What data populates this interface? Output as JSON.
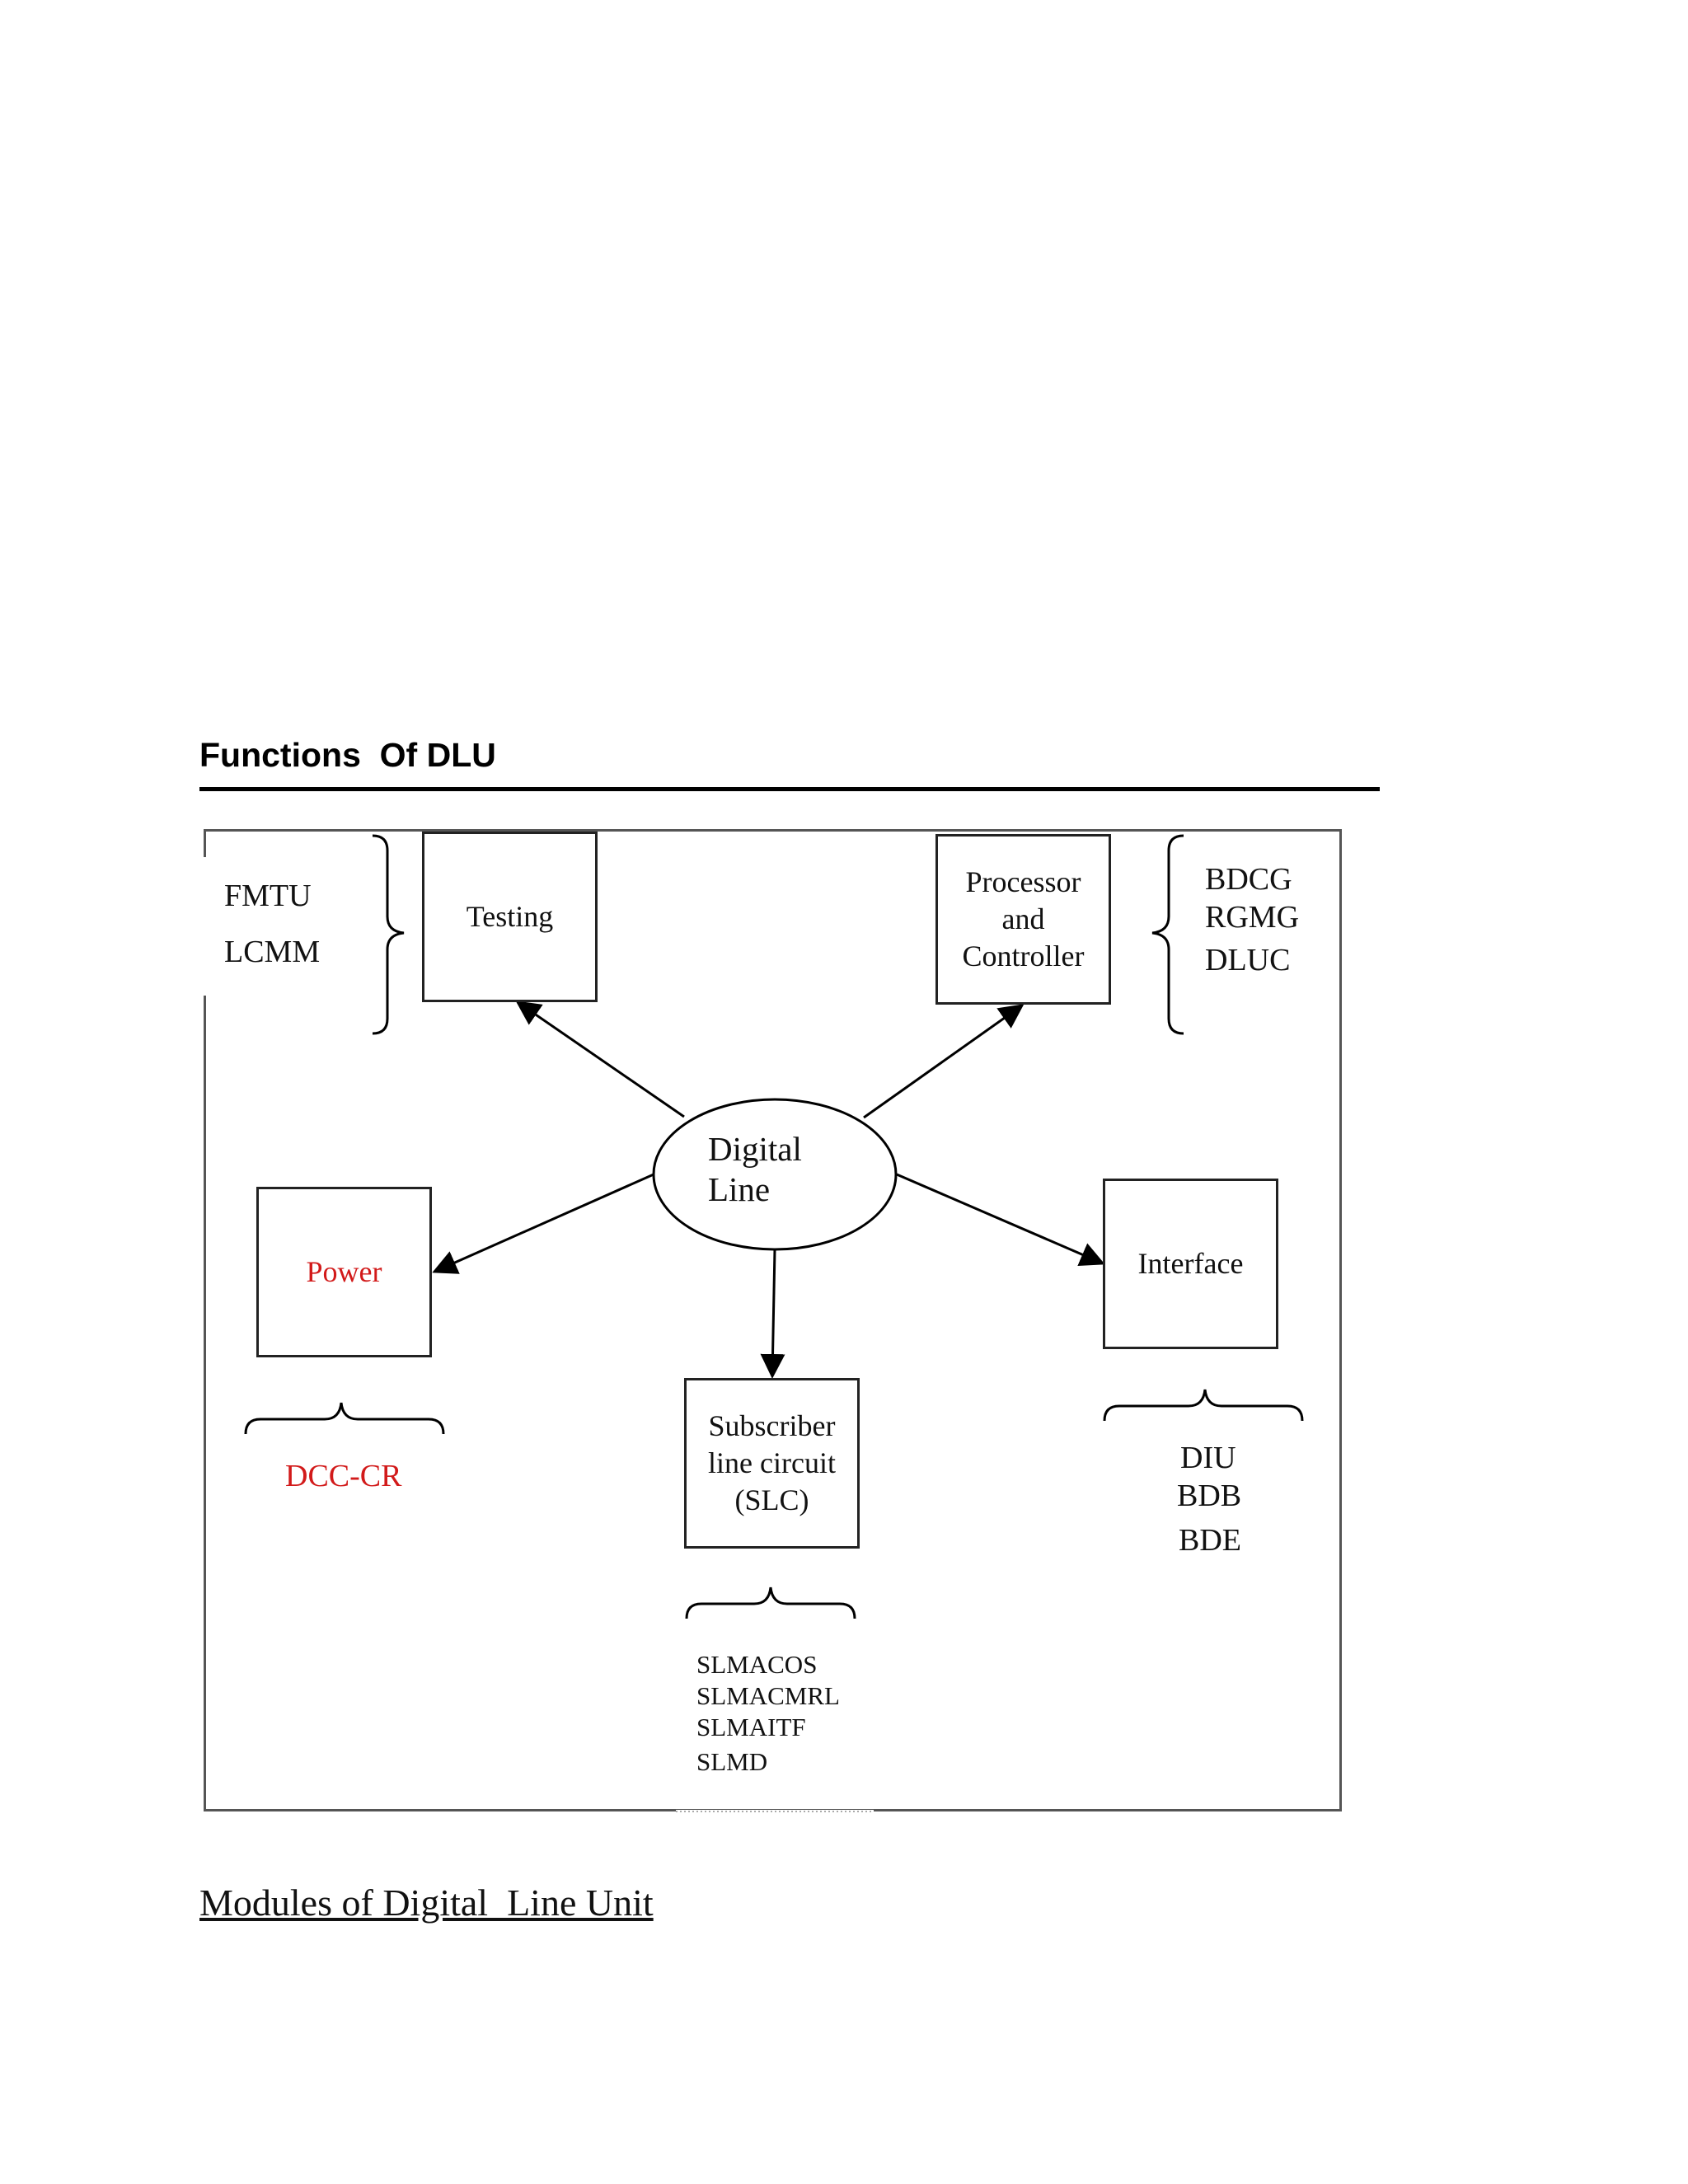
{
  "heading": "Functions  Of DLU",
  "center": {
    "line1": "Digital",
    "line2": "Line"
  },
  "boxes": {
    "testing": "Testing",
    "processor": {
      "line1": "Processor",
      "line2": "and",
      "line3": "Controller"
    },
    "power": "Power",
    "interface": "Interface",
    "slc": {
      "line1": "Subscriber",
      "line2": "line circuit",
      "line3": "(SLC)"
    }
  },
  "modules": {
    "testing": [
      "FMTU",
      "LCMM"
    ],
    "processor": [
      "BDCG",
      "RGMG",
      "DLUC"
    ],
    "power": [
      "DCC-CR"
    ],
    "interface": [
      "DIU",
      "BDB",
      "BDE"
    ],
    "slc": [
      "SLMACOS",
      "SLMACMRL",
      "SLMAITF",
      "SLMD"
    ]
  },
  "colors": {
    "accent_red": "#d21a1a",
    "line": "#000000"
  },
  "caption": "Modules of Digital  Line Unit"
}
